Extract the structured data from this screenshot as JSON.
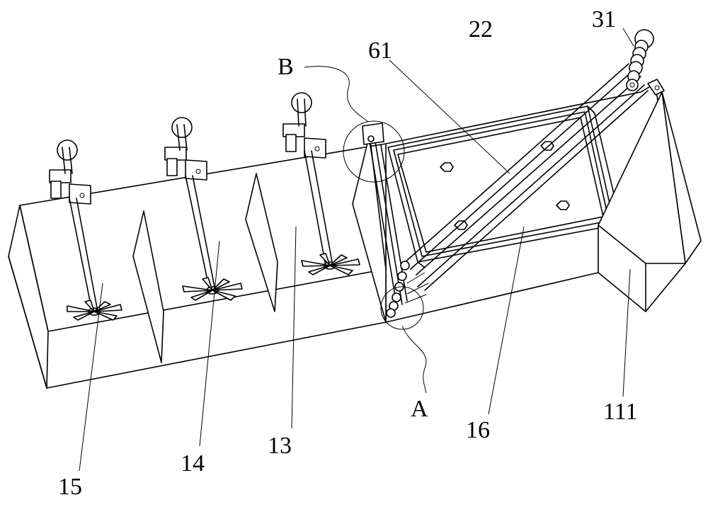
{
  "labels": {
    "l15": "15",
    "l14": "14",
    "l13": "13",
    "lA": "A",
    "l16": "16",
    "l111": "111",
    "lB": "B",
    "l61": "61",
    "l22": "22",
    "l31": "31"
  },
  "colors": {
    "line": "#000000",
    "background": "#ffffff"
  }
}
